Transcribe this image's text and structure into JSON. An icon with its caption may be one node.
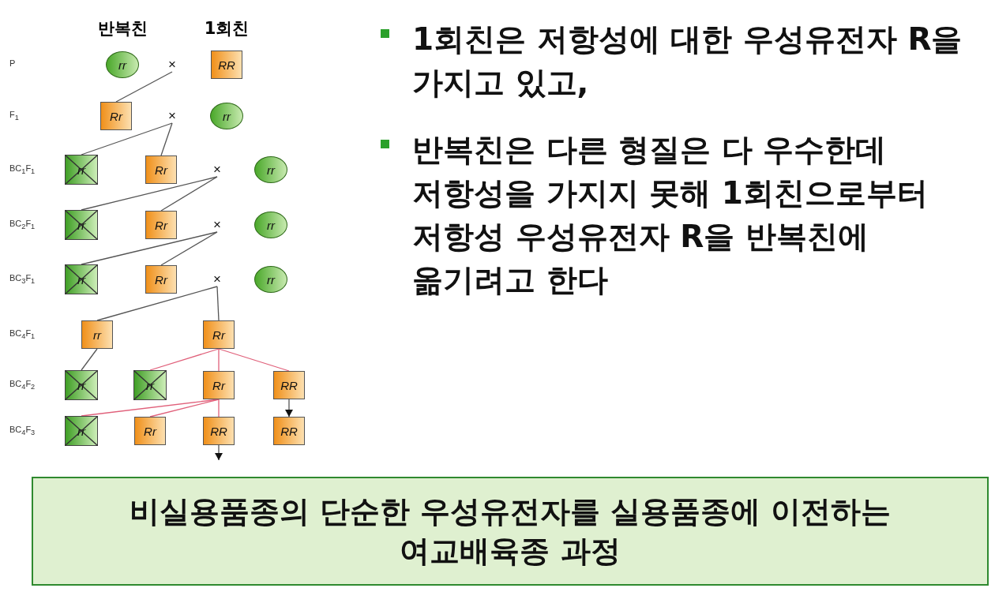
{
  "diagram": {
    "nodes": [
      {
        "text": [
          "rr"
        ]
      },
      {
        "text": [
          "×"
        ]
      },
      {
        "text": [
          "RR"
        ]
      },
      {
        "text": [
          "Rr"
        ]
      },
      {
        "text": [
          "×"
        ]
      },
      {
        "text": [
          "rr"
        ]
      },
      {
        "text": [
          "rr"
        ]
      },
      {
        "text": [
          "Rr"
        ]
      },
      {
        "text": [
          "×"
        ]
      },
      {
        "text": [
          "rr"
        ]
      },
      {
        "text": [
          "rr"
        ]
      },
      {
        "text": [
          "Rr"
        ]
      },
      {
        "text": [
          "×"
        ]
      },
      {
        "text": [
          "rr"
        ]
      },
      {
        "text": [
          "rr"
        ]
      },
      {
        "text": [
          "Rr"
        ]
      },
      {
        "text": [
          "×"
        ]
      },
      {
        "text": [
          "rr"
        ]
      },
      {
        "text": [
          "rr"
        ]
      },
      {
        "text": [
          "Rr"
        ]
      },
      {
        "text": [
          "rr"
        ]
      },
      {
        "text": [
          "rr"
        ]
      },
      {
        "text": [
          "Rr"
        ]
      },
      {
        "text": [
          "RR"
        ]
      },
      {
        "text": [
          "rr"
        ]
      },
      {
        "text": [
          "Rr"
        ]
      },
      {
        "text": [
          "RR"
        ]
      },
      {
        "text": [
          "RR"
        ]
      },
      {
        "text": [
          "비실용품종의 단순한 우성유전자를 실용품종에 이전하는 여교배육종 과정"
        ]
      }
    ],
    "edges": [
      {
        "from": 1,
        "to": 3,
        "arrow": "none"
      },
      {
        "from": 4,
        "to": 6,
        "arrow": "none"
      },
      {
        "from": 4,
        "to": 7,
        "arrow": "none"
      },
      {
        "from": 8,
        "to": 10,
        "arrow": "none"
      },
      {
        "from": 8,
        "to": 11,
        "arrow": "none"
      },
      {
        "from": 12,
        "to": 14,
        "arrow": "none"
      },
      {
        "from": 12,
        "to": 15,
        "arrow": "none"
      },
      {
        "from": 16,
        "to": 18,
        "arrow": "none"
      },
      {
        "from": 16,
        "to": 19,
        "arrow": "none"
      },
      {
        "from": 18,
        "to": 20,
        "arrow": "none"
      },
      {
        "from": 19,
        "to": 21,
        "arrow": "none",
        "color": "#e0607a"
      },
      {
        "from": 19,
        "to": 22,
        "arrow": "none",
        "color": "#e0607a"
      },
      {
        "from": 19,
        "to": 23,
        "arrow": "none",
        "color": "#e0607a"
      },
      {
        "from": 22,
        "to": 24,
        "arrow": "none",
        "color": "#e0607a"
      },
      {
        "from": 22,
        "to": 25,
        "arrow": "none",
        "color": "#e0607a"
      },
      {
        "from": 22,
        "to": 26,
        "arrow": "none",
        "color": "#e0607a"
      },
      {
        "from": 23,
        "to": 27,
        "arrow": "to"
      },
      {
        "from": 26,
        "to": null,
        "arrow": "to"
      }
    ],
    "labels": [
      "반복친",
      "1회친",
      "P",
      "F$_{1}$",
      "BC$_{1}$F$_{1}$",
      "BC$_{2}$F$_{1}$",
      "BC$_{3}$F$_{1}$",
      "BC$_{4}$F$_{1}$",
      "BC$_{4}$F$_{2}$",
      "BC$_{4}$F$_{3}$",
      "1회친은 저항성에 대한 우성유전자 R을 가지고 있고,",
      "반복친은 다른 형질은 다 우수한데 저항성을 가지지 못해 1회친으로부터 저항성 우성유전자 R을 반복친에 옮기려고 한다"
    ]
  }
}
